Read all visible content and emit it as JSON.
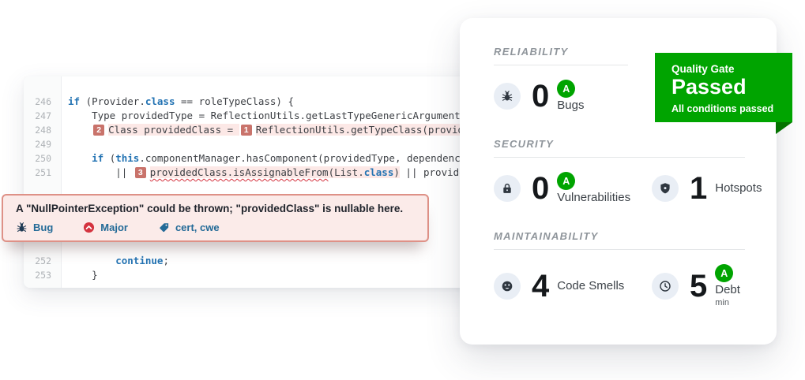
{
  "code_panel": {
    "lines": [
      {
        "number": "246",
        "segments": [
          {
            "text": "if",
            "style": "keyword"
          },
          {
            "text": " (Provider.",
            "style": "plain"
          },
          {
            "text": "class",
            "style": "keyword"
          },
          {
            "text": " == roleTypeClass) {",
            "style": "plain"
          }
        ]
      },
      {
        "number": "247",
        "segments": [
          {
            "text": "    Type providedType = ReflectionUtils.getLastTypeGenericArgument(dependencyDes",
            "style": "plain"
          }
        ]
      },
      {
        "number": "248",
        "segments": [
          {
            "text": "    ",
            "style": "plain"
          },
          {
            "badge": "2"
          },
          {
            "text": "Class providedClass = ",
            "style": "highlight"
          },
          {
            "badge": "1"
          },
          {
            "text": "ReflectionUtils.getTypeClass(providedType);",
            "style": "highlight"
          }
        ]
      },
      {
        "number": "249",
        "segments": []
      },
      {
        "number": "250",
        "segments": [
          {
            "text": "    ",
            "style": "plain"
          },
          {
            "text": "if",
            "style": "keyword"
          },
          {
            "text": " (",
            "style": "plain"
          },
          {
            "text": "this",
            "style": "keyword"
          },
          {
            "text": ".componentManager.hasComponent(providedType, dependencyDescriptor.ge",
            "style": "plain"
          }
        ]
      },
      {
        "number": "251",
        "segments": [
          {
            "text": "        || ",
            "style": "plain"
          },
          {
            "badge": "3"
          },
          {
            "text": "providedClass.isAssignableFrom",
            "style": "highlight wavy"
          },
          {
            "text": "(List.",
            "style": "highlight"
          },
          {
            "text": "class",
            "style": "highlight keyword"
          },
          {
            "text": ")",
            "style": "highlight"
          },
          {
            "text": " || providedClass.isAs",
            "style": "plain"
          }
        ]
      },
      {
        "number": "252",
        "segments": [
          {
            "text": "        ",
            "style": "plain"
          },
          {
            "text": "continue",
            "style": "keyword"
          },
          {
            "text": ";",
            "style": "plain"
          }
        ]
      },
      {
        "number": "253",
        "segments": [
          {
            "text": "    }",
            "style": "plain"
          }
        ]
      }
    ]
  },
  "issue_popup": {
    "anchor_after_line": "251",
    "message": "A \"NullPointerException\" could be thrown; \"providedClass\" is nullable here.",
    "type_label": "Bug",
    "severity_label": "Major",
    "tags_label": "cert, cwe"
  },
  "metrics_card": {
    "sections": [
      {
        "title": "RELIABILITY",
        "metrics": [
          {
            "icon": "bug-icon",
            "value": "0",
            "rating": "A",
            "label": "Bugs"
          }
        ]
      },
      {
        "title": "SECURITY",
        "metrics": [
          {
            "icon": "lock-icon",
            "value": "0",
            "rating": "A",
            "label": "Vulnerabilities"
          },
          {
            "icon": "shield-icon",
            "value": "1",
            "label": "Hotspots"
          }
        ]
      },
      {
        "title": "MAINTAINABILITY",
        "metrics": [
          {
            "icon": "code-smell-icon",
            "value": "4",
            "label": "Code Smells"
          },
          {
            "icon": "clock-icon",
            "value": "5",
            "rating": "A",
            "label": "Debt",
            "unit": "min"
          }
        ]
      }
    ]
  },
  "quality_gate": {
    "title": "Quality Gate",
    "status": "Passed",
    "subtitle": "All conditions passed"
  },
  "colors": {
    "green": "#00a400",
    "green_dark": "#047300",
    "severity_red": "#d4333f",
    "link_blue": "#236a97",
    "location_badge": "#c9736b",
    "highlight_pink": "#fce8e6"
  }
}
